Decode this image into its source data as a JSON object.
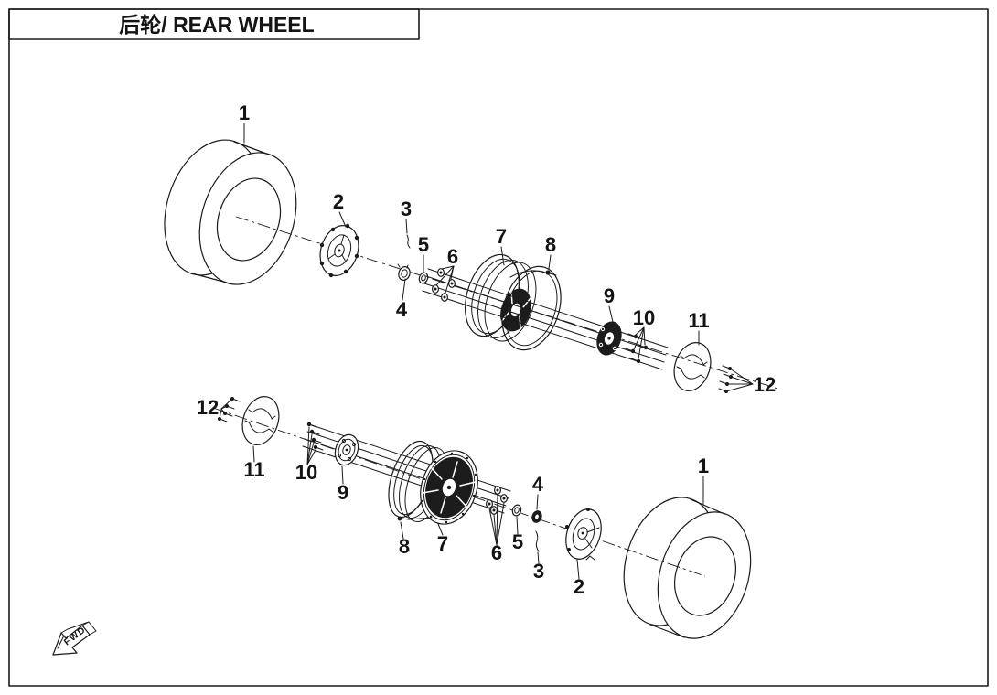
{
  "title": "后轮/ REAR WHEEL",
  "fwd": "FWD",
  "callouts": {
    "n1": "1",
    "n2": "2",
    "n3": "3",
    "n4": "4",
    "n5": "5",
    "n6": "6",
    "n7": "7",
    "n8": "8",
    "n9": "9",
    "n10": "10",
    "n11": "11",
    "n12": "12"
  },
  "colors": {
    "ink": "#1a1a1a",
    "background": "#ffffff"
  }
}
